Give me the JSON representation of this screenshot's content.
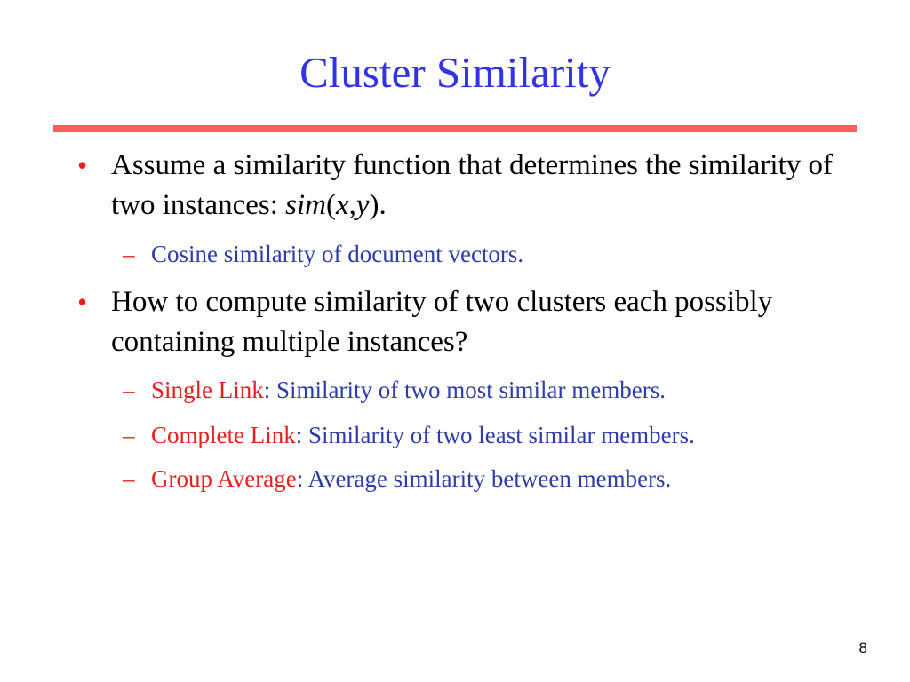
{
  "slide": {
    "title": "Cluster Similarity",
    "bullet_glyph": "•",
    "dash_glyph": "–",
    "bullets": [
      {
        "text_before": "Assume a similarity function that determines the similarity of two instances: ",
        "formula_func": "sim",
        "formula_open": "(",
        "formula_x": "x",
        "formula_comma": ",",
        "formula_y": "y",
        "formula_close": ").",
        "subitems": [
          {
            "text": "Cosine similarity of document vectors."
          }
        ]
      },
      {
        "text": "How to compute similarity of two clusters each possibly containing multiple instances?",
        "subitems": [
          {
            "term": "Single Link",
            "rest": ": Similarity of two most similar members."
          },
          {
            "term": "Complete Link",
            "rest": ": Similarity of two least similar members."
          },
          {
            "term": "Group Average",
            "rest": ": Average similarity between members."
          }
        ]
      }
    ],
    "page_number": "8"
  },
  "colors": {
    "title": "#3333e6",
    "rule": "#ff5f5f",
    "bullet": "#e61e1e",
    "subtext": "#2e3ca8",
    "term": "#e61e1e"
  }
}
